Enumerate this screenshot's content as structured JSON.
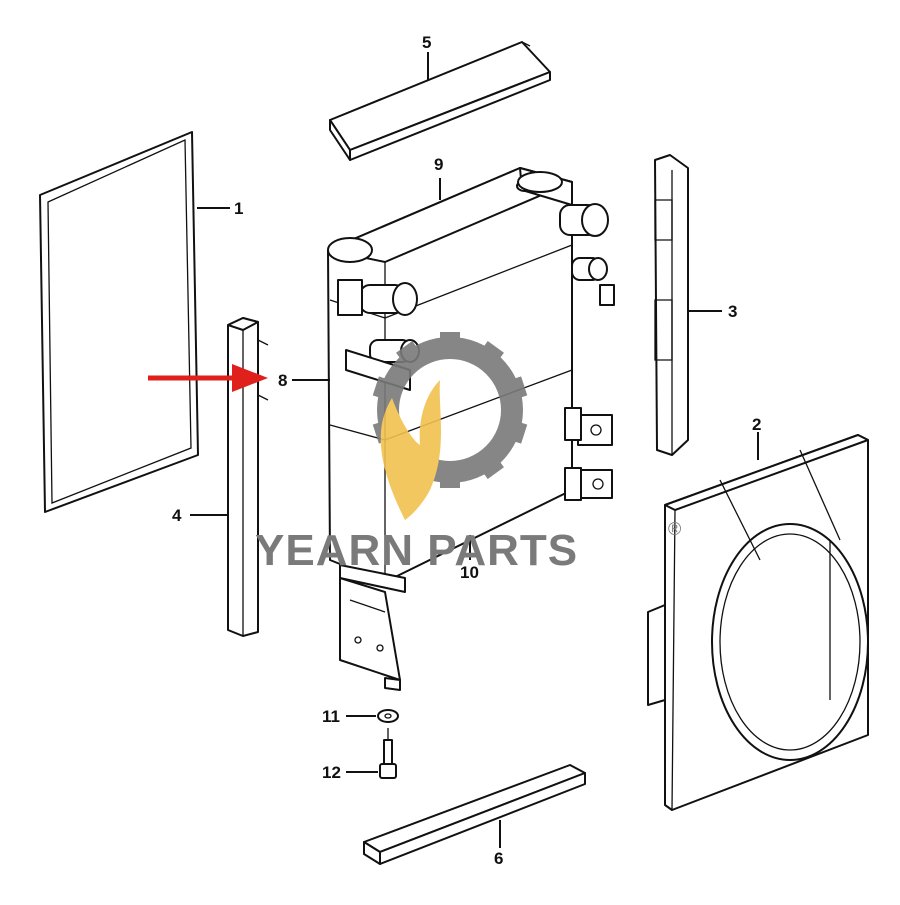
{
  "callouts": {
    "c1": "1",
    "c2": "2",
    "c3": "3",
    "c4": "4",
    "c5": "5",
    "c6": "6",
    "c8": "8",
    "c9": "9",
    "c10": "10",
    "c11": "11",
    "c12": "12"
  },
  "watermark": {
    "text": "YEARN PARTS",
    "registered_mark": "®",
    "gear_color": "#7a7a7a",
    "flame_color": "#f2c14e",
    "text_color": "#7a7a7a"
  },
  "highlight": {
    "arrow_color": "#e0201b",
    "target_callout": "8"
  },
  "colors": {
    "line": "#111111",
    "background": "#ffffff"
  }
}
